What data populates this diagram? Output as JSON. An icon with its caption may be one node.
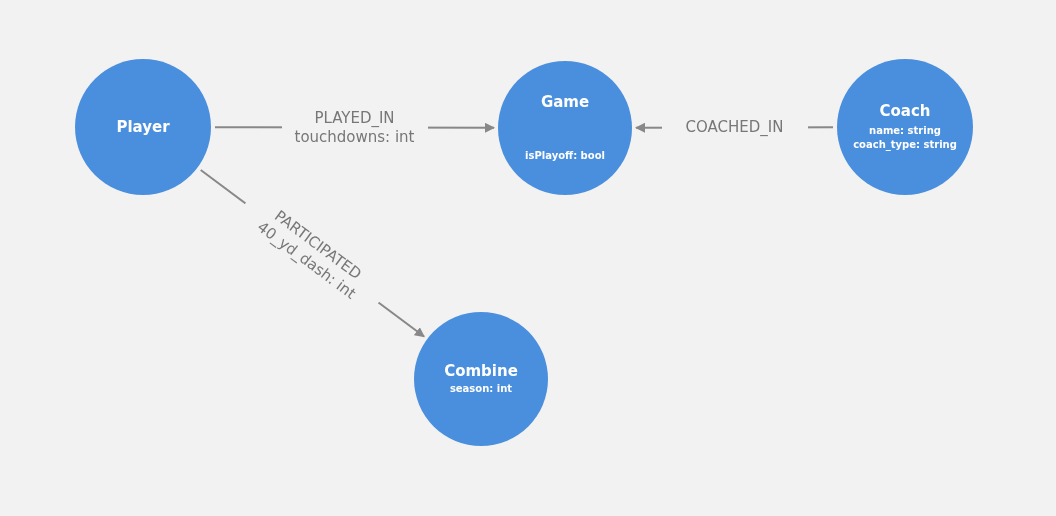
{
  "diagram": {
    "nodes": [
      {
        "text": [
          "Player"
        ]
      },
      {
        "text": [
          "Game",
          "isPlayoff: bool"
        ]
      },
      {
        "text": [
          "Coach",
          "name: string",
          "coach_type: string"
        ]
      },
      {
        "text": [
          "Combine",
          "season: int"
        ]
      }
    ],
    "edges": [
      {
        "from": 0,
        "to": 1,
        "arrow": "to",
        "label": "PLAYED_IN touchdowns: int"
      },
      {
        "from": 2,
        "to": 1,
        "arrow": "to",
        "label": "COACHED_IN"
      },
      {
        "from": 0,
        "to": 3,
        "arrow": "to",
        "label": "PARTICIPATED 40_yd_dash: int"
      }
    ]
  }
}
